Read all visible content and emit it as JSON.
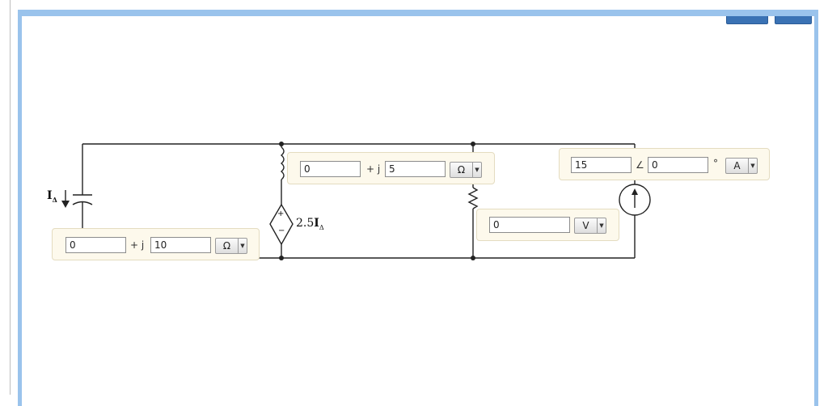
{
  "circuit": {
    "capacitor_impedance": {
      "real": "0",
      "operator": "+ j",
      "imag": "10",
      "unit": "Ω"
    },
    "inductor_impedance": {
      "real": "0",
      "operator": "+ j",
      "imag": "5",
      "unit": "Ω"
    },
    "resistor_voltage": {
      "value": "0",
      "unit": "V"
    },
    "current_source": {
      "magnitude": "15",
      "angle_symbol": "∠",
      "angle": "0",
      "degree_symbol": "°",
      "unit": "A"
    },
    "labels": {
      "current_i_main": "I",
      "current_i_sub": "Δ",
      "dependent_coeff": "2.5",
      "dependent_i_main": "I",
      "dependent_i_sub": "Δ",
      "plus": "+",
      "minus": "−"
    }
  }
}
